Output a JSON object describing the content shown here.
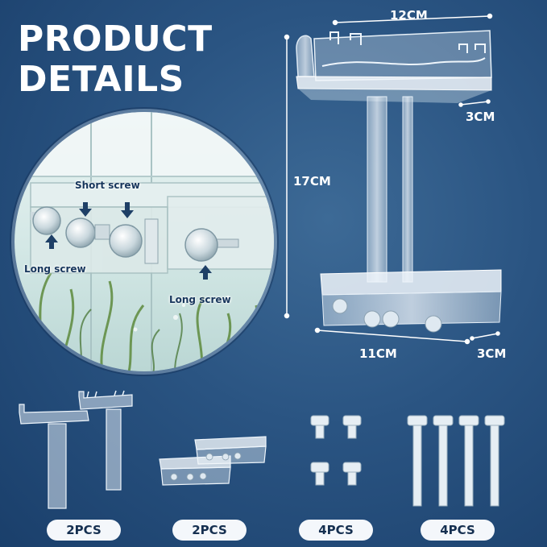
{
  "title": {
    "line1": "PRODUCT",
    "line2": "DETAILS"
  },
  "callouts": {
    "short_screw": "Short screw",
    "long_screw_left": "Long screw",
    "long_screw_right": "Long screw"
  },
  "dimensions": {
    "top_width": "12CM",
    "top_depth": "3CM",
    "height": "17CM",
    "bottom_width": "11CM",
    "bottom_depth": "3CM"
  },
  "parts": [
    {
      "qty": "2PCS",
      "icon": "t-holder-icon"
    },
    {
      "qty": "2PCS",
      "icon": "clamp-base-icon"
    },
    {
      "qty": "4PCS",
      "icon": "short-screw-icon"
    },
    {
      "qty": "4PCS",
      "icon": "long-screw-icon"
    }
  ],
  "colors": {
    "background": "#2a5482",
    "pill": "#f4f7fb",
    "pill_text": "#152f50"
  }
}
